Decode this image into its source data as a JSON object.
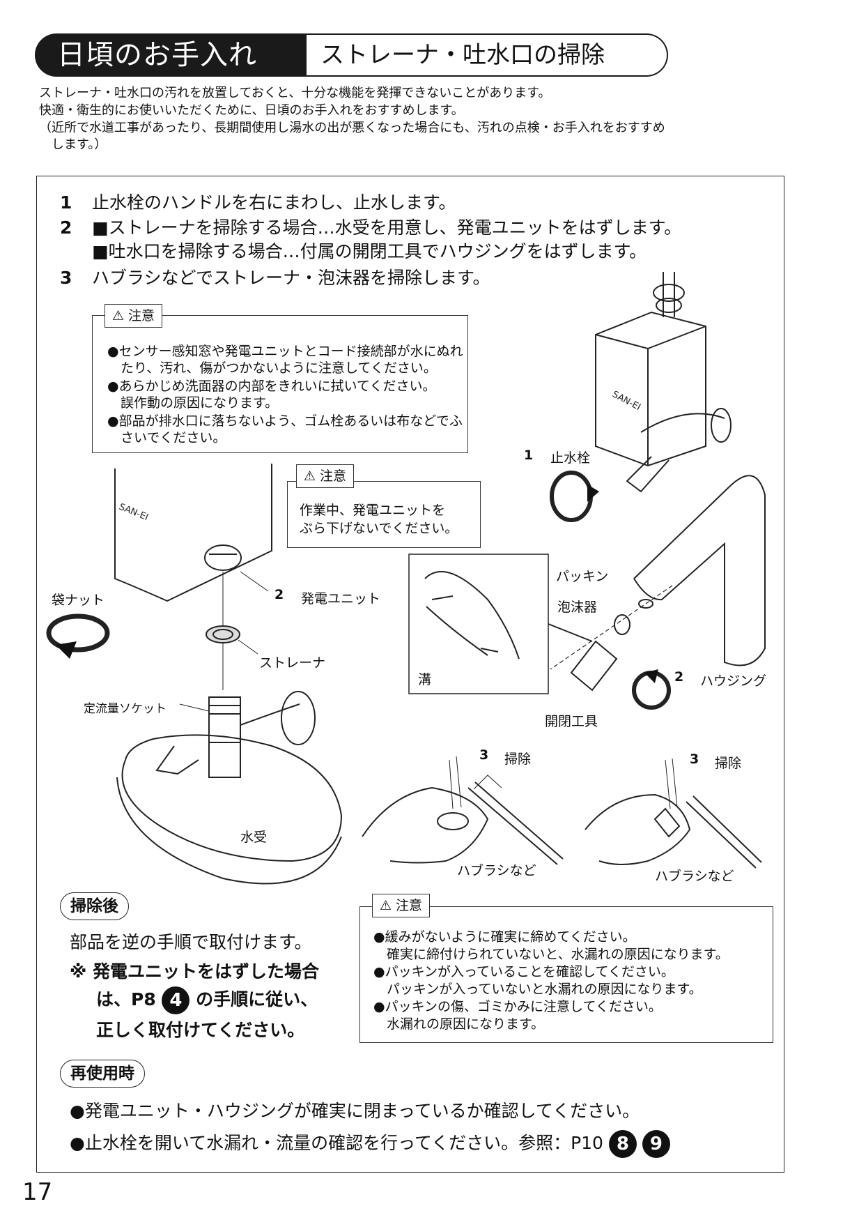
{
  "header": {
    "section_title": "日頃のお手入れ",
    "topic_title": "ストレーナ・吐水口の掃除"
  },
  "intro": [
    "ストレーナ・吐水口の汚れを放置しておくと、十分な機能を発揮できないことがあります。",
    "快適・衛生的にお使いいただくために、日頃のお手入れをおすすめします。",
    "（近所で水道工事があったり、長期間使用し湯水の出が悪くなった場合にも、汚れの点検・お手入れをおすすめ",
    "　します。）"
  ],
  "steps": [
    {
      "num": "1",
      "text": "止水栓のハンドルを右にまわし、止水します。"
    },
    {
      "num": "2",
      "text": "■ストレーナを掃除する場合…水受を用意し、発電ユニットをはずします。"
    },
    {
      "num": "",
      "text": "■吐水口を掃除する場合…付属の開閉工具でハウジングをはずします。"
    },
    {
      "num": "3",
      "text": "ハブラシなどでストレーナ・泡沫器を掃除します。"
    }
  ],
  "caution_label": "注意",
  "caution1": [
    "●センサー感知窓や発電ユニットとコード接続部が水にぬれ",
    "　たり、汚れ、傷がつかないように注意してください。",
    "●あらかじめ洗面器の内部をきれいに拭いてください。",
    "　誤作動の原因になります。",
    "●部品が排水口に落ちないよう、ゴム栓あるいは布などでふ",
    "　さいでください。"
  ],
  "caution2": [
    "作業中、発電ユニットを",
    "ぶら下げないでください。"
  ],
  "caution3": [
    "●緩みがないように確実に締めてください。",
    "　確実に締付けられていないと、水漏れの原因になります。",
    "●パッキンが入っていることを確認してください。",
    "　パッキンが入っていないと水漏れの原因になります。",
    "●パッキンの傷、ゴミかみに注意してください。",
    "　水漏れの原因になります。"
  ],
  "labels": {
    "step1_num": "1",
    "shisuisen": "止水栓",
    "brand": "SAN-EI",
    "fukuro_nut": "袋ナット",
    "step2_num": "2",
    "hatsuden_unit": "発電ユニット",
    "strainer": "ストレーナ",
    "teiryuryo_socket": "定流量ソケット",
    "mizuuke": "水受",
    "packing": "パッキン",
    "hosokuki": "泡沫器",
    "mizo": "溝",
    "housing_num": "2",
    "housing": "ハウジング",
    "kaihei_kogu": "開閉工具",
    "clean_num": "3",
    "clean": "掃除",
    "toothbrush": "ハブラシなど"
  },
  "after": {
    "title": "掃除後",
    "line1": "部品を逆の手順で取付けます。",
    "note_a": "※ 発電ユニットをはずした場合",
    "note_b1": "は、P8",
    "note_badge": "4",
    "note_b2": "の手順に従い、",
    "note_c": "正しく取付けてください。"
  },
  "reuse": {
    "title": "再使用時",
    "line1": "●発電ユニット・ハウジングが確実に閉まっているか確認してください。",
    "line2": "●止水栓を開いて水漏れ・流量の確認を行ってください。参照：P10",
    "badges": [
      "8",
      "9"
    ]
  },
  "page_number": "17"
}
